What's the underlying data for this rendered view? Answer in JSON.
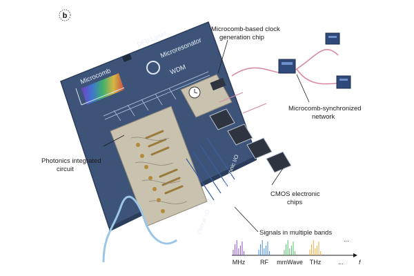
{
  "panel": {
    "letter": "b"
  },
  "labels": {
    "dfb_laser": "DFB Laser",
    "microresonator": "Microresonator",
    "wdm": "WDM",
    "microcomb": "Microcomb",
    "clock_chip_line1": "Microcomb-based clock",
    "clock_chip_line2": "generation chip",
    "network_line1": "Microcomb-synchronized",
    "network_line2": "network",
    "pic_line1": "Photonics integrated",
    "pic_line2": "circuit",
    "cmos_line1": "CMOS electronic",
    "cmos_line2": "chips",
    "signals": "Signals in multiple bands",
    "electronic_io": "Electronic I/O",
    "optical_io": "Optical I/O",
    "ellipsis": "..."
  },
  "spectrum_axis": {
    "bands": [
      "MHz",
      "RF",
      "mmWave",
      "THz",
      "..."
    ],
    "axis_symbol": "f"
  },
  "colors": {
    "board": "#3d5478",
    "board_dark": "#2b3d5a",
    "die": "#c9c2ae",
    "accent_pink": "#d88aa0",
    "line_blue": "#3a5fa0",
    "chip": "#2e3440"
  }
}
